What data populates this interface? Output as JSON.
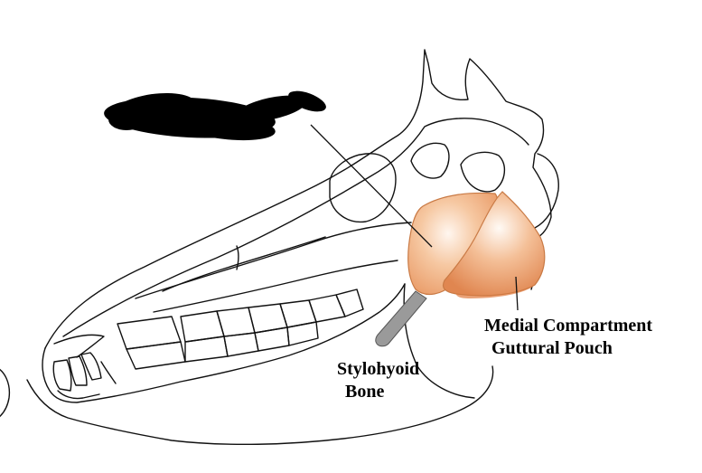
{
  "labels": {
    "medial_line1": "Medial Compartment",
    "medial_line2": "Guttural Pouch",
    "stylohyoid_line1": "Stylohyoid",
    "stylohyoid_line2": "Bone"
  },
  "colors": {
    "outline": "#111111",
    "pouch_fill": "#f2b98d",
    "pouch_highlight": "#fff3ea",
    "pouch_shadow": "#e38a55",
    "bone_fill": "#9a9a9a",
    "redaction": "#000000"
  }
}
